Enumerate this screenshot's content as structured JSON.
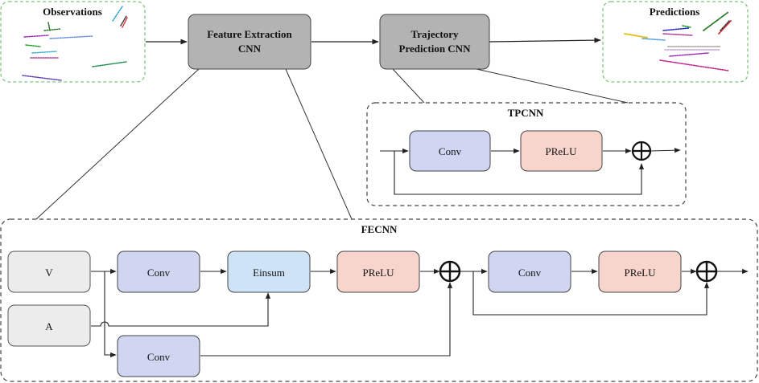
{
  "top": {
    "observations_label": "Observations",
    "predictions_label": "Predictions",
    "fe_cnn_line1": "Feature Extraction",
    "fe_cnn_line2": "CNN",
    "tp_cnn_line1": "Trajectory",
    "tp_cnn_line2": "Prediction CNN"
  },
  "tpcnn": {
    "title": "TPCNN",
    "conv_label": "Conv",
    "prelu_label": "PReLU"
  },
  "fecnn": {
    "title": "FECNN",
    "v_label": "V",
    "a_label": "A",
    "conv1_label": "Conv",
    "einsum_label": "Einsum",
    "prelu1_label": "PReLU",
    "conv_skip_label": "Conv",
    "conv2_label": "Conv",
    "prelu2_label": "PReLU"
  },
  "colors": {
    "cnn_box": "#b3b3b3",
    "input_box": "#ececec",
    "conv_fill": "#d0d6f2",
    "einsum_fill": "#cfe3f7",
    "prelu_fill": "#f8d5cc",
    "dashed_green": "#7fc57f",
    "dashed_dark": "#444444"
  }
}
